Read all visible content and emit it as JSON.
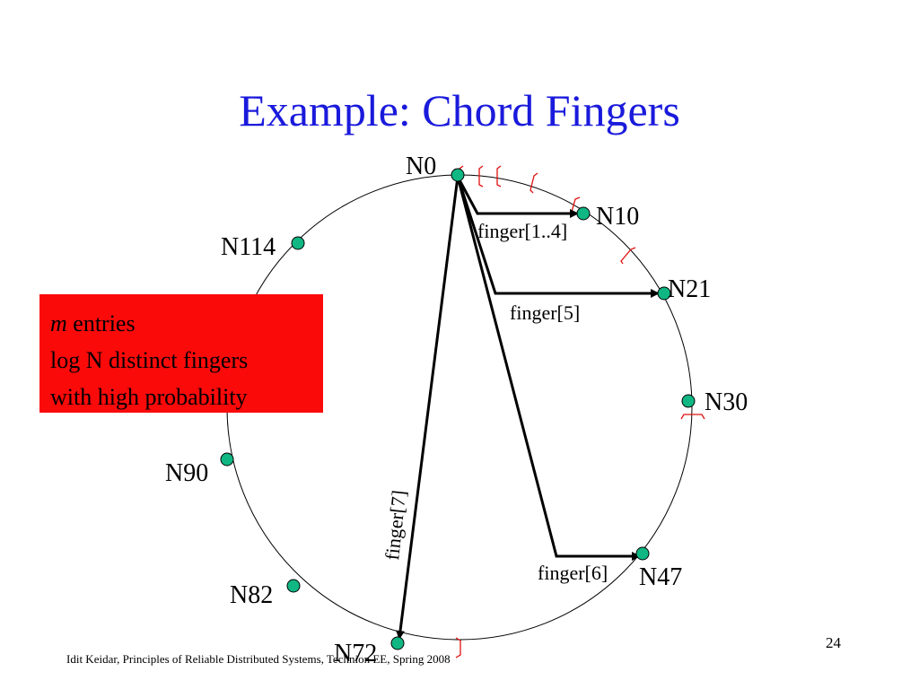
{
  "slide": {
    "title": "Example: Chord Fingers",
    "footer": "Idit Keidar, Principles of Reliable Distributed Systems, Technion EE, Spring 2008",
    "page_number": "24"
  },
  "nodes": [
    {
      "id": "n0",
      "label": "N0"
    },
    {
      "id": "n10",
      "label": "N10"
    },
    {
      "id": "n21",
      "label": "N21"
    },
    {
      "id": "n30",
      "label": "N30"
    },
    {
      "id": "n47",
      "label": "N47"
    },
    {
      "id": "n72",
      "label": "N72"
    },
    {
      "id": "n82",
      "label": "N82"
    },
    {
      "id": "n90",
      "label": "N90"
    },
    {
      "id": "n114",
      "label": "N114"
    }
  ],
  "fingers": {
    "f1_4": "finger[1..4]",
    "f5": "finger[5]",
    "f6": "finger[6]",
    "f7": "finger[7]"
  },
  "callout": {
    "m": "m",
    "entries": " entries",
    "line2": "log N distinct fingers",
    "line3": "with high probability"
  },
  "colors": {
    "title": "#1a1adc",
    "node_fill": "#10b783",
    "callout_bg": "#fb0a0a",
    "bracket": "#e01010"
  }
}
